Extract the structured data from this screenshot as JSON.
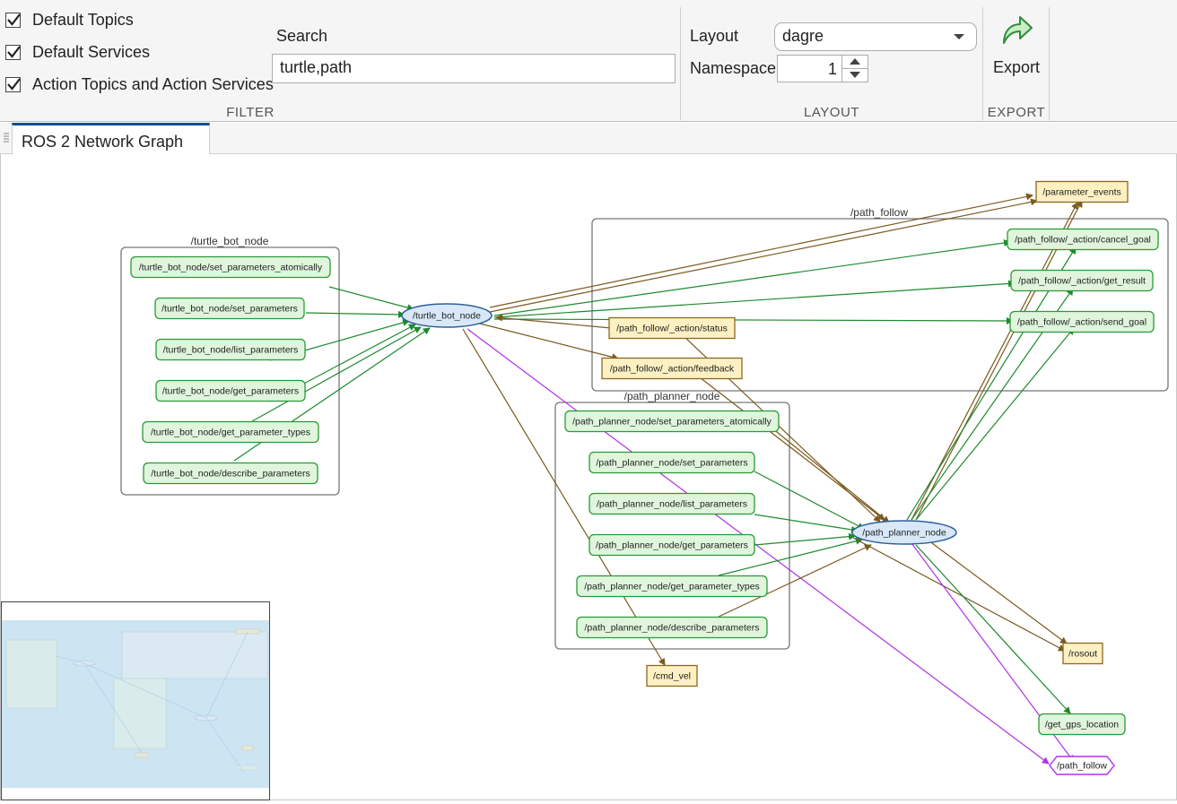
{
  "filter": {
    "checkboxes": [
      {
        "label": "Default Topics",
        "checked": true
      },
      {
        "label": "Default Services",
        "checked": true
      },
      {
        "label": "Action Topics and Action Services",
        "checked": true
      }
    ],
    "search_label": "Search",
    "search_value": "turtle,path",
    "section_label": "FILTER"
  },
  "layout": {
    "layout_label": "Layout",
    "layout_value": "dagre",
    "namespace_label": "Namespace",
    "namespace_value": "1",
    "section_label": "LAYOUT"
  },
  "export": {
    "button_label": "Export",
    "section_label": "EXPORT"
  },
  "tab": {
    "label": "ROS 2 Network Graph"
  },
  "graph": {
    "colors": {
      "service_edge": "#1e8a2e",
      "topic_edge": "#7a5a1e",
      "action_edge": "#b030e8",
      "node_fill": "#d8e8f8",
      "node_stroke": "#2f5f96",
      "service_fill": "#dff5dc",
      "service_stroke": "#2a9a36",
      "topic_fill": "#fdf0c2",
      "topic_stroke": "#8a6a20",
      "action_stroke": "#b030e8"
    },
    "groups": [
      {
        "id": "g_turtle",
        "label": "/turtle_bot_node"
      },
      {
        "id": "g_follow",
        "label": "/path_follow"
      },
      {
        "id": "g_planner",
        "label": "/path_planner_node"
      }
    ],
    "nodes": [
      {
        "id": "turtle_bot_node",
        "kind": "node",
        "label": "/turtle_bot_node"
      },
      {
        "id": "path_planner_node",
        "kind": "node",
        "label": "/path_planner_node"
      },
      {
        "id": "tb_set_atomic",
        "kind": "service",
        "label": "/turtle_bot_node/set_parameters_atomically"
      },
      {
        "id": "tb_set",
        "kind": "service",
        "label": "/turtle_bot_node/set_parameters"
      },
      {
        "id": "tb_list",
        "kind": "service",
        "label": "/turtle_bot_node/list_parameters"
      },
      {
        "id": "tb_get",
        "kind": "service",
        "label": "/turtle_bot_node/get_parameters"
      },
      {
        "id": "tb_types",
        "kind": "service",
        "label": "/turtle_bot_node/get_parameter_types"
      },
      {
        "id": "tb_describe",
        "kind": "service",
        "label": "/turtle_bot_node/describe_parameters"
      },
      {
        "id": "pp_set_atomic",
        "kind": "service",
        "label": "/path_planner_node/set_parameters_atomically"
      },
      {
        "id": "pp_set",
        "kind": "service",
        "label": "/path_planner_node/set_parameters"
      },
      {
        "id": "pp_list",
        "kind": "service",
        "label": "/path_planner_node/list_parameters"
      },
      {
        "id": "pp_get",
        "kind": "service",
        "label": "/path_planner_node/get_parameters"
      },
      {
        "id": "pp_types",
        "kind": "service",
        "label": "/path_planner_node/get_parameter_types"
      },
      {
        "id": "pp_describe",
        "kind": "service",
        "label": "/path_planner_node/describe_parameters"
      },
      {
        "id": "pf_cancel",
        "kind": "service",
        "label": "/path_follow/_action/cancel_goal"
      },
      {
        "id": "pf_result",
        "kind": "service",
        "label": "/path_follow/_action/get_result"
      },
      {
        "id": "pf_send",
        "kind": "service",
        "label": "/path_follow/_action/send_goal"
      },
      {
        "id": "get_gps",
        "kind": "service",
        "label": "/get_gps_location"
      },
      {
        "id": "pf_status",
        "kind": "topic",
        "label": "/path_follow/_action/status"
      },
      {
        "id": "pf_feedback",
        "kind": "topic",
        "label": "/path_follow/_action/feedback"
      },
      {
        "id": "param_events",
        "kind": "topic",
        "label": "/parameter_events"
      },
      {
        "id": "rosout",
        "kind": "topic",
        "label": "/rosout"
      },
      {
        "id": "cmd_vel",
        "kind": "topic",
        "label": "/cmd_vel"
      },
      {
        "id": "path_follow",
        "kind": "action",
        "label": "/path_follow"
      }
    ]
  }
}
